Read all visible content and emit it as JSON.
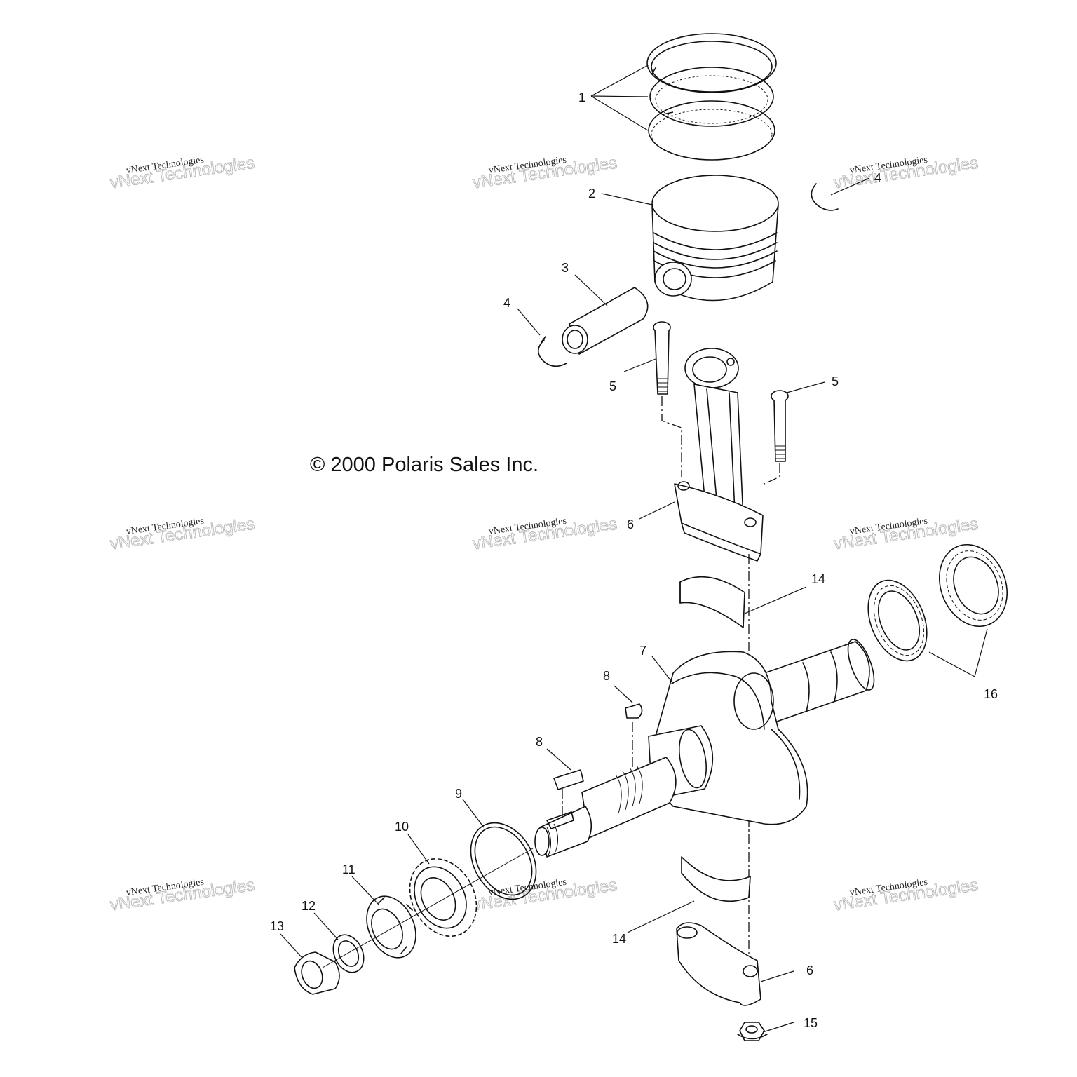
{
  "diagram": {
    "copyright": "© 2000 Polaris Sales Inc.",
    "watermark": {
      "line1": "vNext Technologies",
      "line2": "vNext Technologies"
    },
    "callouts": [
      "1",
      "2",
      "3",
      "4",
      "4",
      "5",
      "5",
      "6",
      "6",
      "7",
      "8",
      "8",
      "9",
      "10",
      "11",
      "12",
      "13",
      "14",
      "14",
      "15",
      "16"
    ],
    "colors": {
      "line": "#111111",
      "background": "#ffffff",
      "watermark": "#bcbcbc"
    }
  }
}
